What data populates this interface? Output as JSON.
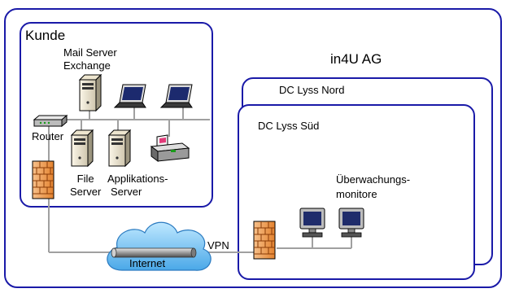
{
  "diagram": {
    "customer_label": "Kunde",
    "provider_label": "in4U AG",
    "dc_north_label": "DC Lyss Nord",
    "dc_south_label": "DC Lyss Süd",
    "mail_server_label_1": "Mail Server",
    "mail_server_label_2": "Exchange",
    "router_label": "Router",
    "file_server_label_1": "File",
    "file_server_label_2": "Server",
    "app_server_label_1": "Applikations-",
    "app_server_label_2": "Server",
    "monitors_label_1": "Überwachungs-",
    "monitors_label_2": "monitore",
    "vpn_label": "VPN",
    "internet_label": "Internet"
  }
}
